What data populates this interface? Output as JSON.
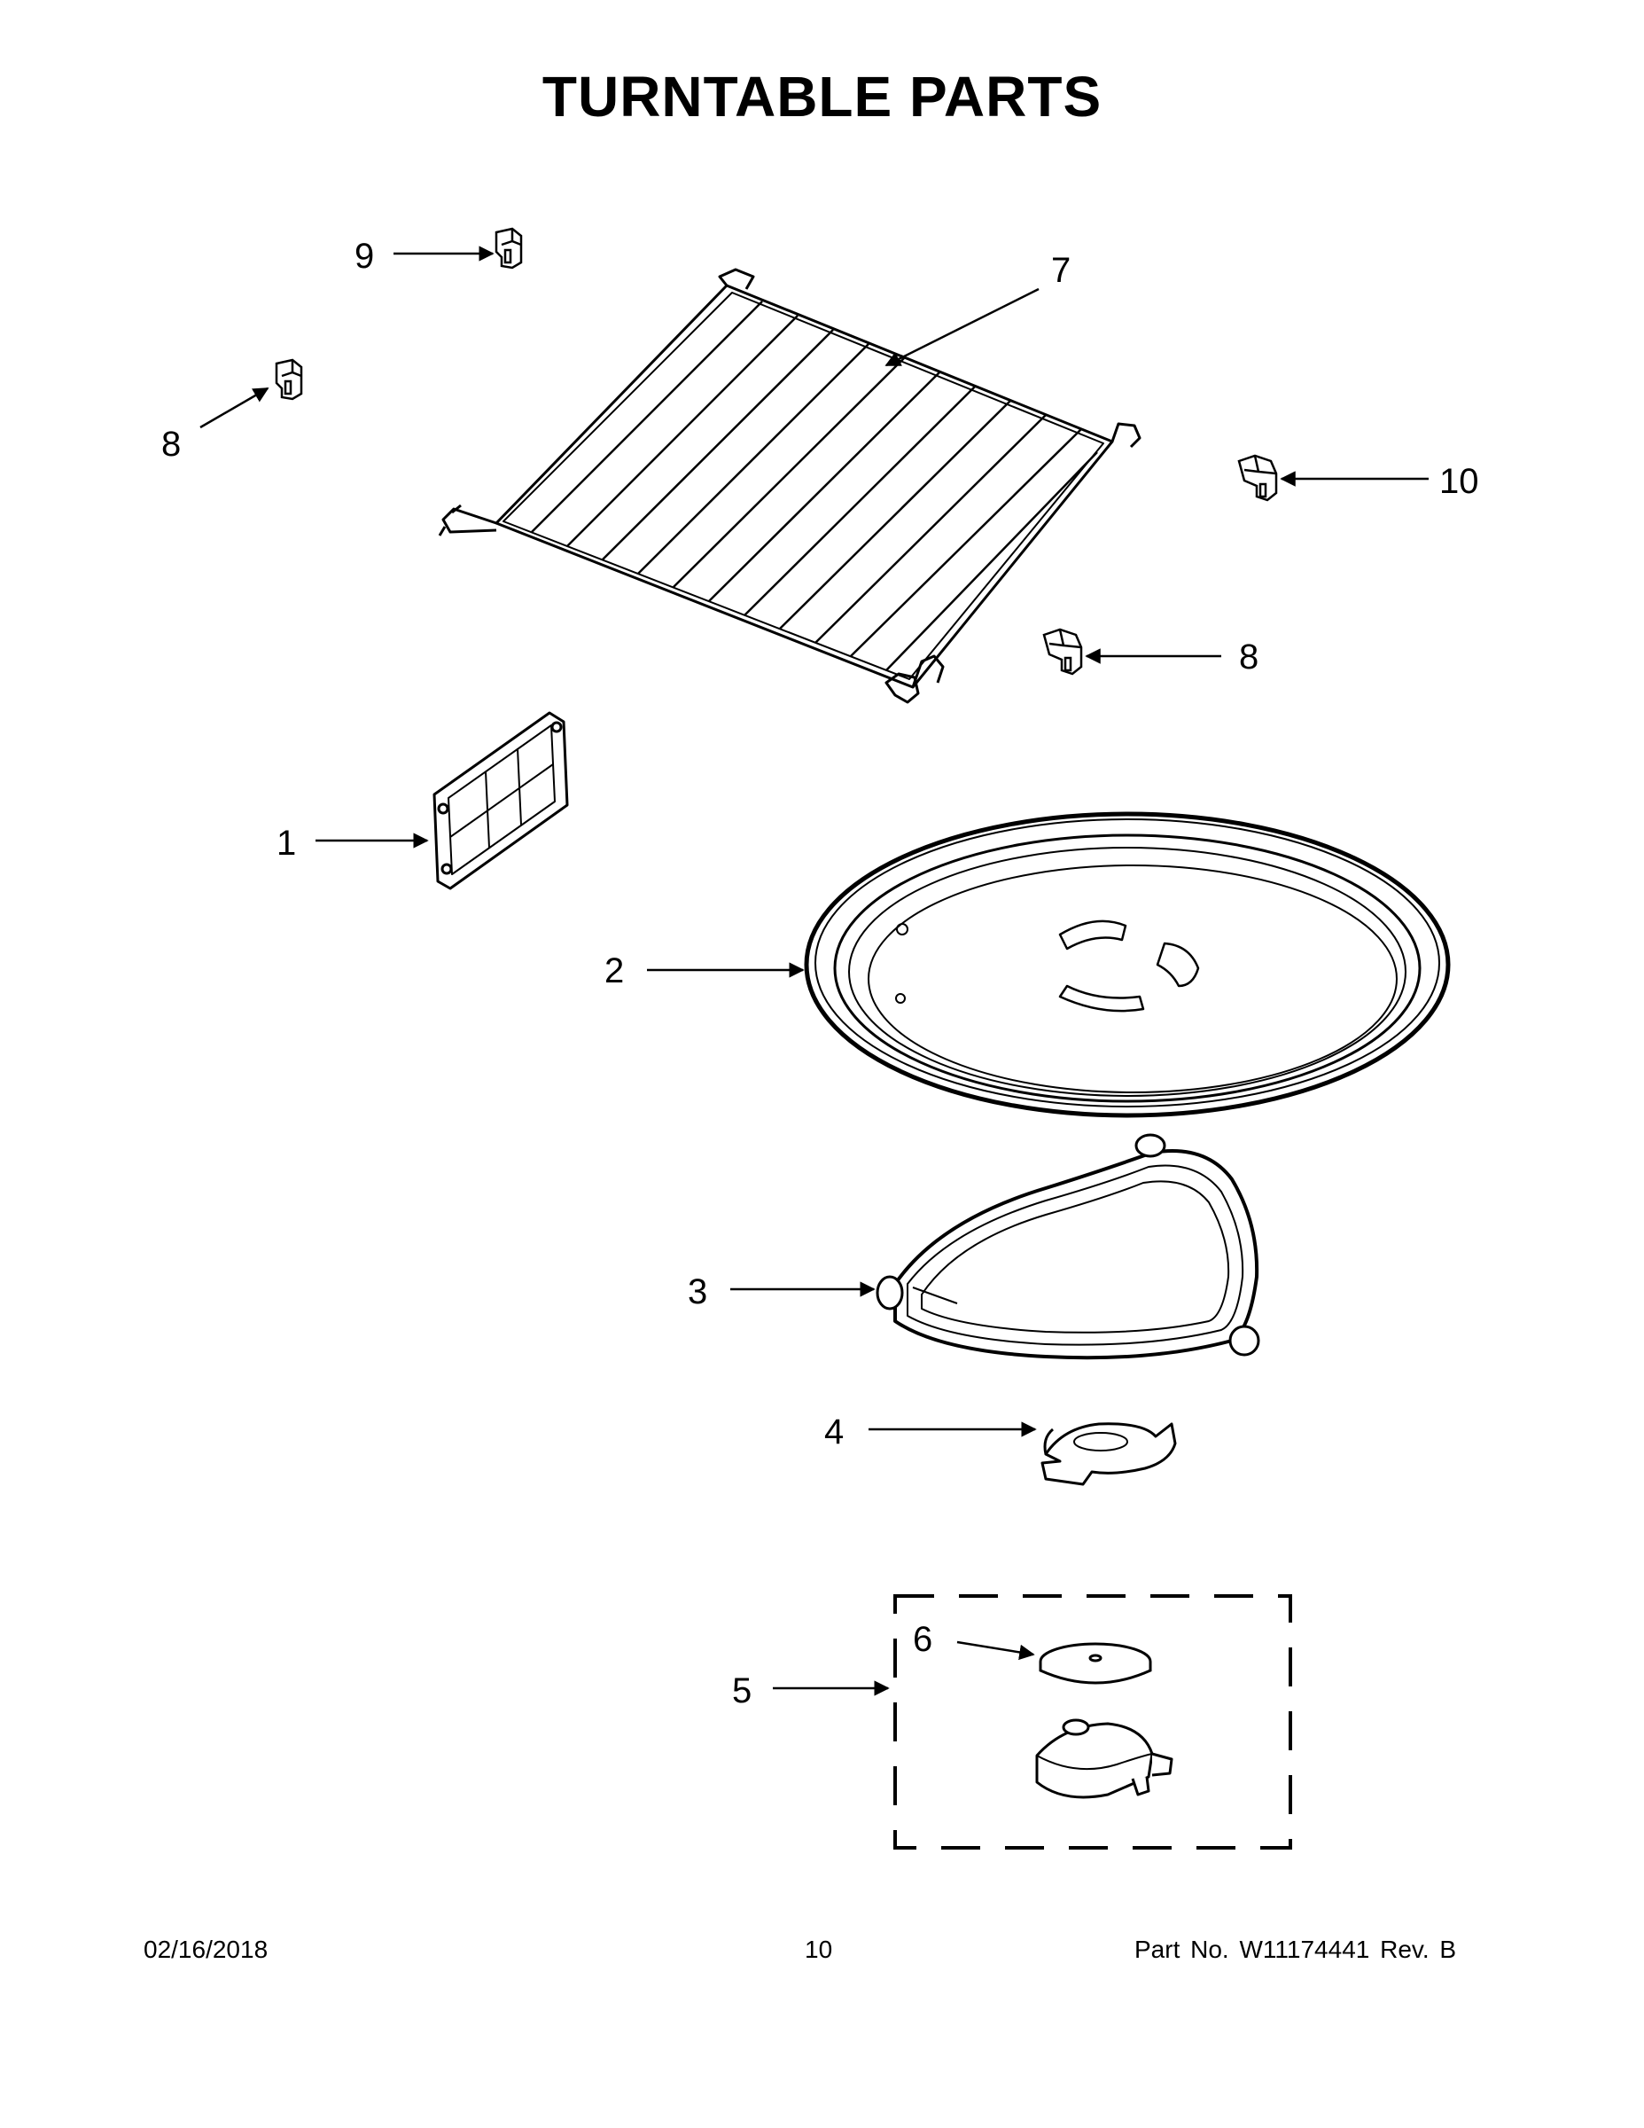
{
  "page": {
    "title": "TURNTABLE PARTS"
  },
  "callouts": {
    "c1": "1",
    "c2": "2",
    "c3": "3",
    "c4": "4",
    "c5": "5",
    "c6": "6",
    "c7": "7",
    "c8a": "8",
    "c8b": "8",
    "c9": "9",
    "c10": "10"
  },
  "footer": {
    "date": "02/16/2018",
    "page_number": "10",
    "part_number": "Part No.  W11174441  Rev.  B"
  }
}
